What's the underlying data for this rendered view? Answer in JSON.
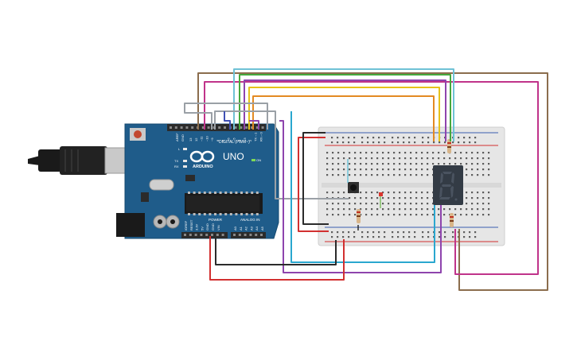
{
  "colors": {
    "background": "#ffffff",
    "board": "#1f5c8a",
    "board_text": "#ffffff",
    "header": "#2b2b2b",
    "breadboard": "#e6e6e6",
    "rail_red": "#d23030",
    "rail_blue": "#3a5fb0",
    "display_body": "#333b45",
    "segment": "#4a5360"
  },
  "arduino": {
    "brand": "ARDUINO",
    "model": "UNO",
    "digital_label": "DIGITAL (PWM~)",
    "analog_label": "ANALOG IN",
    "power_label": "POWER",
    "on_label": "ON",
    "aref_label": "AREF",
    "gnd_label": "GND",
    "digital_pins": [
      "13",
      "12",
      "~11",
      "~10",
      "~9",
      "8",
      "7",
      "~6",
      "~5",
      "4",
      "~3",
      "2",
      "TX→1",
      "RX←0"
    ],
    "analog_pins": [
      "A0",
      "A1",
      "A2",
      "A3",
      "A4",
      "A5"
    ],
    "power_pins": [
      "IOREF",
      "RESET",
      "3.3V",
      "5V",
      "GND",
      "GND",
      "VIN"
    ],
    "led_labels": [
      "L",
      "TX",
      "RX"
    ]
  },
  "display": {
    "digit": "8."
  },
  "icons": {
    "usb": "usb-cable-icon",
    "arduino_logo": "arduino-infinity-logo-icon"
  }
}
